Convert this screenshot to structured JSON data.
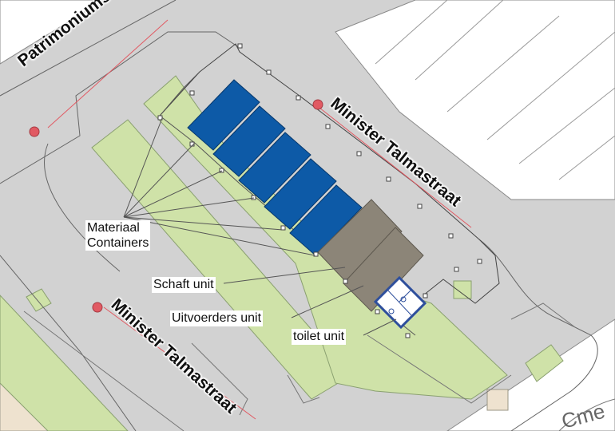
{
  "labels": {
    "street_top_left": "Patrimoniumstraat",
    "street_top_right": "Minister Talmastraat",
    "street_bottom_left": "Minister Talmastraat",
    "street_bottom_right_fragment": "Cme"
  },
  "callouts": {
    "materiaal_line1": "Materiaal",
    "materiaal_line2": "Containers",
    "schaft": "Schaft unit",
    "uitvoerders": "Uitvoerders unit",
    "toilet": "toilet unit"
  },
  "colors": {
    "road": "#d2d2d2",
    "building": "#ffffff",
    "grass": "#cfe2a8",
    "material_container": "#0d5aa7",
    "site_unit": "#8c8578",
    "toilet_unit": "#2e4f9c",
    "pin": "#e15a63"
  }
}
